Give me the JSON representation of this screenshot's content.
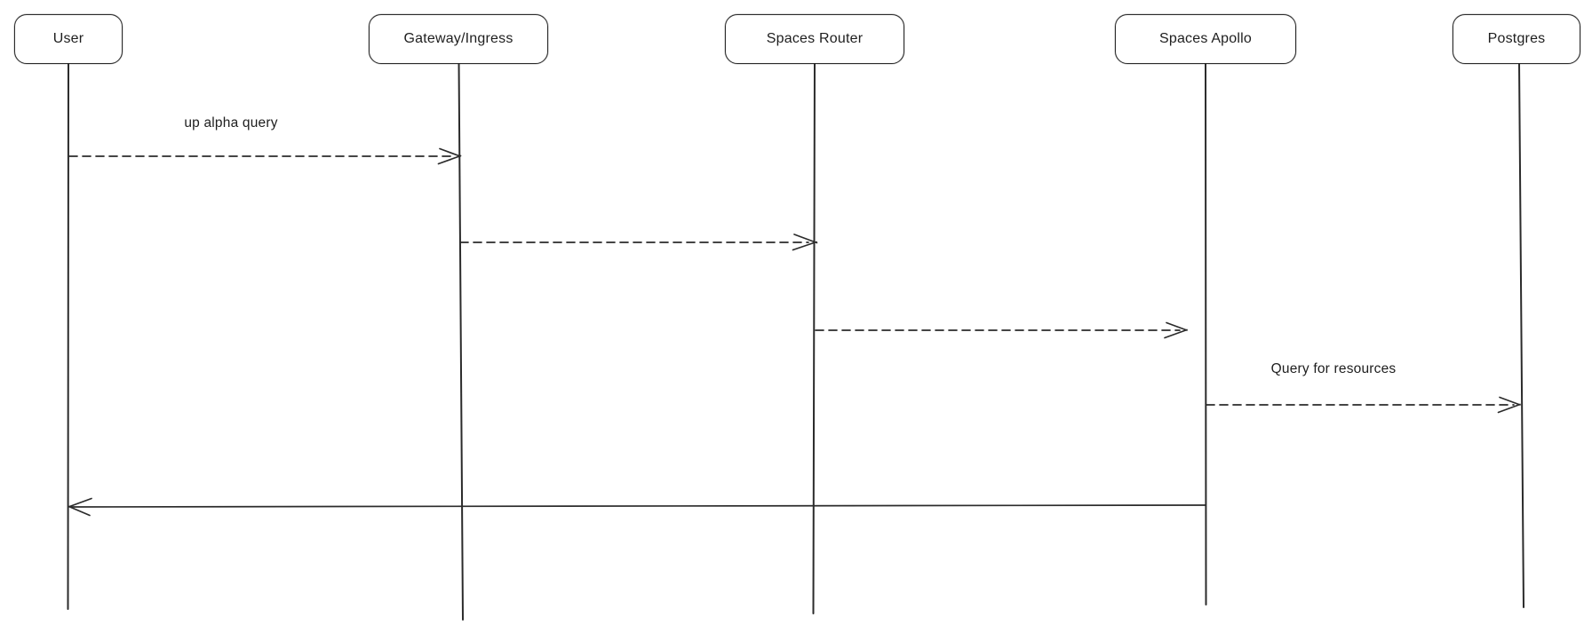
{
  "diagram": {
    "type": "sequence-diagram",
    "colors": {
      "background": "#ffffff",
      "stroke": "#2b2b2b",
      "text": "#1e1e1e"
    }
  },
  "actors": [
    {
      "id": "user",
      "label": "User"
    },
    {
      "id": "gateway-ingress",
      "label": "Gateway/Ingress"
    },
    {
      "id": "spaces-router",
      "label": "Spaces Router"
    },
    {
      "id": "spaces-apollo",
      "label": "Spaces Apollo"
    },
    {
      "id": "postgres",
      "label": "Postgres"
    }
  ],
  "messages": [
    {
      "from": "User",
      "to": "Gateway/Ingress",
      "label": "up alpha query",
      "line": "dashed",
      "arrowhead": "open"
    },
    {
      "from": "Gateway/Ingress",
      "to": "Spaces Router",
      "label": "",
      "line": "dashed",
      "arrowhead": "open"
    },
    {
      "from": "Spaces Router",
      "to": "Spaces Apollo",
      "label": "",
      "line": "dashed",
      "arrowhead": "open"
    },
    {
      "from": "Spaces Apollo",
      "to": "Postgres",
      "label": "Query for resources",
      "line": "dashed",
      "arrowhead": "open"
    },
    {
      "from": "Spaces Apollo",
      "to": "User",
      "label": "",
      "line": "solid",
      "arrowhead": "open"
    }
  ]
}
